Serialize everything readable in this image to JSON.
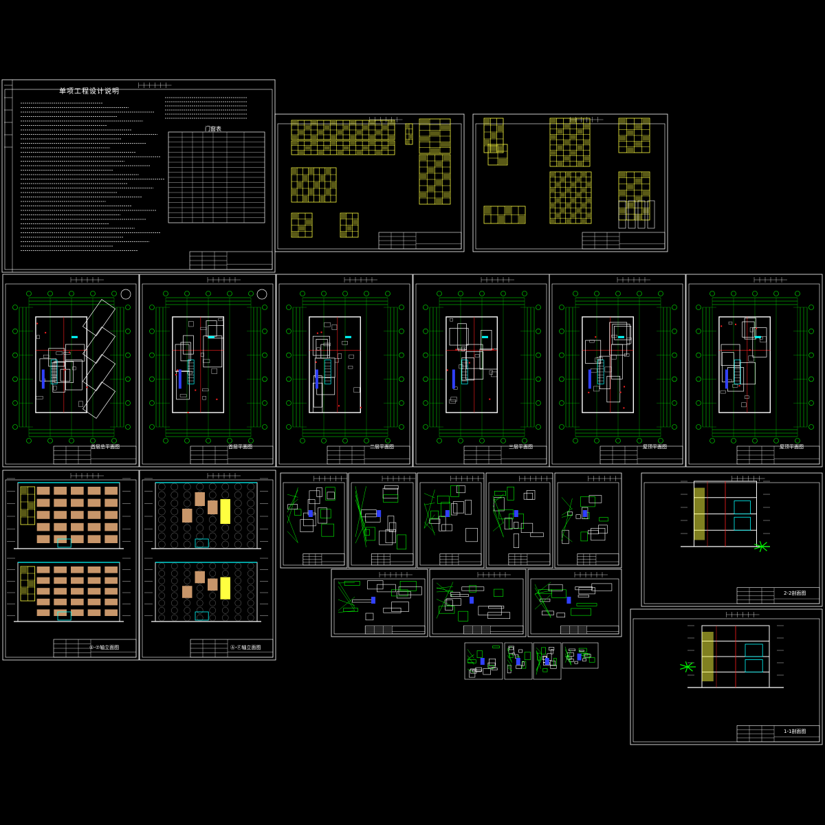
{
  "cover": {
    "title": "单项工程设计说明",
    "table_title": "门窗表"
  },
  "sheets": [
    {
      "id": "s_note",
      "title": ""
    },
    {
      "id": "s_door1",
      "title": ""
    },
    {
      "id": "s_door2",
      "title": ""
    },
    {
      "id": "s_site",
      "title": "首层总平面图"
    },
    {
      "id": "s_base",
      "title": "首层平面图"
    },
    {
      "id": "s_f1",
      "title": "二层平面图"
    },
    {
      "id": "s_f2",
      "title": "三层平面图"
    },
    {
      "id": "s_f3",
      "title": "屋顶平面图"
    },
    {
      "id": "s_roof",
      "title": "屋顶平面图"
    },
    {
      "id": "s_elev1",
      "title": "①-⑦轴立面图"
    },
    {
      "id": "s_elev2",
      "title": "Ⓐ-Ⓕ轴立面图"
    },
    {
      "id": "s_sec2",
      "title": "2-2剖面图"
    },
    {
      "id": "s_sec1",
      "title": "1-1剖面图"
    }
  ],
  "colors": {
    "background": "#000000",
    "frame": "#ffffff",
    "axis": "#00ff00",
    "wall": "#ffffff",
    "red_line": "#ff2020",
    "window_table": "#ffff40",
    "cyan": "#00ffff",
    "wood": "#c8966a",
    "blue": "#3040ff"
  }
}
